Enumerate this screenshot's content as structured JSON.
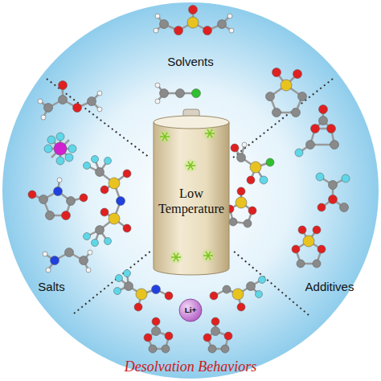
{
  "diagram": {
    "nodes": [
      {
        "text": [
          "Low Temperature"
        ]
      },
      {
        "text": [
          "Li+"
        ]
      }
    ],
    "labels": [
      "Solvents",
      "Salts",
      "Additives",
      "Desolvation Behaviors"
    ]
  }
}
